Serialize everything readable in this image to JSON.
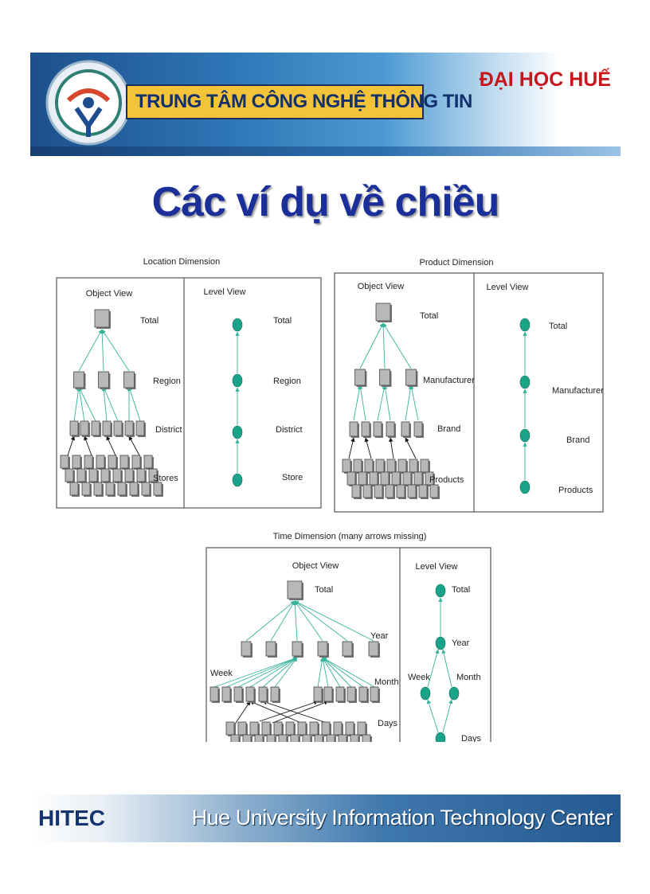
{
  "header": {
    "center_name": "TRUNG TÂM CÔNG NGHỆ THÔNG TIN",
    "university": "ĐẠI HỌC HUẾ"
  },
  "title": "Các ví dụ về chiều",
  "location": {
    "caption": "Location Dimension",
    "object_view": "Object View",
    "level_view": "Level View",
    "levels": [
      "Total",
      "Region",
      "District",
      "Stores"
    ],
    "level_nodes": [
      "Total",
      "Region",
      "District",
      "Store"
    ]
  },
  "product": {
    "caption": "Product Dimension",
    "object_view": "Object View",
    "level_view": "Level View",
    "levels": [
      "Total",
      "Manufacturer",
      "Brand",
      "Products"
    ],
    "level_nodes": [
      "Total",
      "Manufacturer",
      "Brand",
      "Products"
    ]
  },
  "time": {
    "caption": "Time Dimension (many arrows missing)",
    "object_view": "Object View",
    "level_view": "Level View",
    "object_labels": [
      "Total",
      "Year",
      "Week",
      "Month",
      "Days"
    ],
    "level_nodes": [
      "Total",
      "Year",
      "Week",
      "Month",
      "Days"
    ]
  },
  "footer": {
    "brand": "HITEC",
    "text": "Hue University Information Technology Center"
  },
  "colors": {
    "title": "#1b2f9b",
    "node_square": "#b8b8b8",
    "level_node": "#1aa389",
    "arrow": "#36b39b",
    "header_accent": "#f3c43a",
    "university_red": "#c8161d"
  }
}
